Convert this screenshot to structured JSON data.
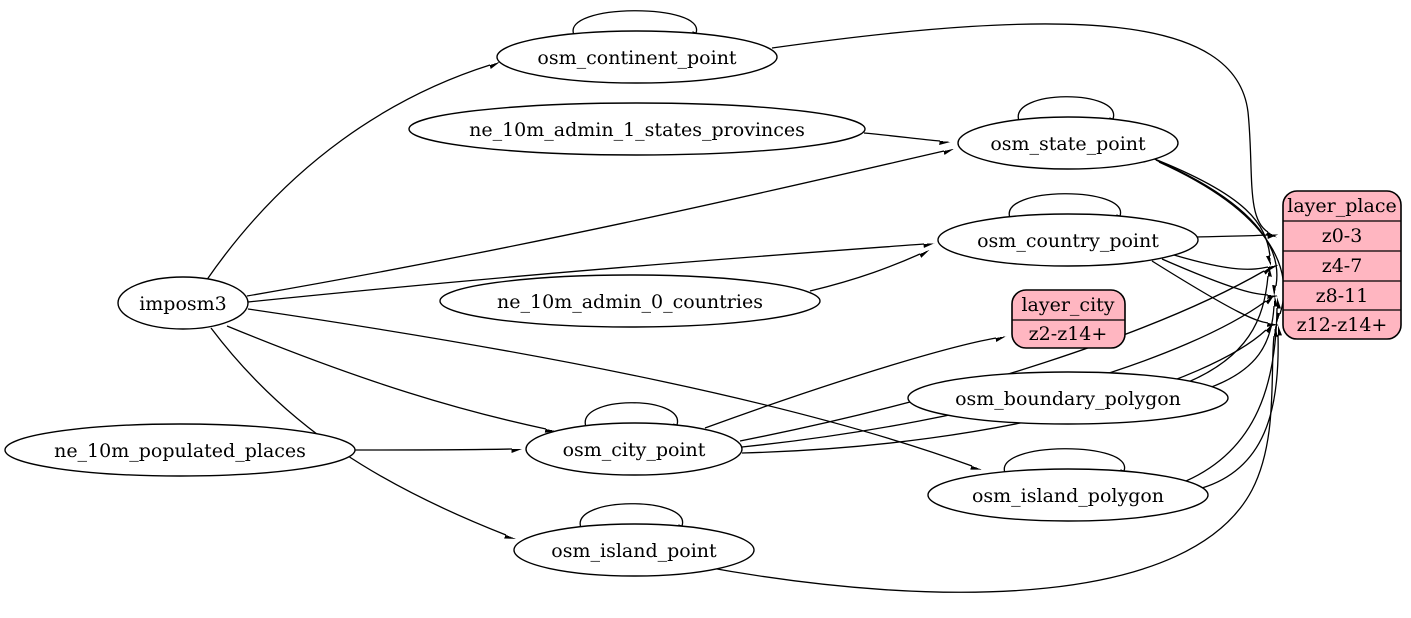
{
  "diagram": {
    "background_color": "#ffffff",
    "node_fill_color": "#ffffff",
    "record_fill_color": "#ffb6c1",
    "stroke_color": "#000000"
  },
  "nodes": {
    "imposm3": {
      "label": "imposm3"
    },
    "osm_continent_point": {
      "label": "osm_continent_point"
    },
    "ne_10m_admin_1_states_provinces": {
      "label": "ne_10m_admin_1_states_provinces"
    },
    "osm_state_point": {
      "label": "osm_state_point"
    },
    "osm_country_point": {
      "label": "osm_country_point"
    },
    "ne_10m_admin_0_countries": {
      "label": "ne_10m_admin_0_countries"
    },
    "osm_boundary_polygon": {
      "label": "osm_boundary_polygon"
    },
    "osm_city_point": {
      "label": "osm_city_point"
    },
    "ne_10m_populated_places": {
      "label": "ne_10m_populated_places"
    },
    "osm_island_polygon": {
      "label": "osm_island_polygon"
    },
    "osm_island_point": {
      "label": "osm_island_point"
    }
  },
  "records": {
    "layer_city": {
      "title": "layer_city",
      "rows": [
        "z2-z14+"
      ]
    },
    "layer_place": {
      "title": "layer_place",
      "rows": [
        "z0-3",
        "z4-7",
        "z8-11",
        "z12-z14+"
      ]
    }
  },
  "edges": [
    {
      "from": "imposm3",
      "to": "osm_continent_point"
    },
    {
      "from": "imposm3",
      "to": "osm_state_point"
    },
    {
      "from": "imposm3",
      "to": "osm_country_point"
    },
    {
      "from": "imposm3",
      "to": "osm_city_point"
    },
    {
      "from": "imposm3",
      "to": "osm_island_polygon"
    },
    {
      "from": "imposm3",
      "to": "osm_island_point"
    },
    {
      "from": "ne_10m_admin_1_states_provinces",
      "to": "osm_state_point"
    },
    {
      "from": "ne_10m_admin_0_countries",
      "to": "osm_country_point"
    },
    {
      "from": "ne_10m_populated_places",
      "to": "osm_city_point"
    },
    {
      "from": "osm_continent_point",
      "to": "osm_continent_point"
    },
    {
      "from": "osm_state_point",
      "to": "osm_state_point"
    },
    {
      "from": "osm_country_point",
      "to": "osm_country_point"
    },
    {
      "from": "osm_city_point",
      "to": "osm_city_point"
    },
    {
      "from": "osm_island_polygon",
      "to": "osm_island_polygon"
    },
    {
      "from": "osm_island_point",
      "to": "osm_island_point"
    },
    {
      "from": "osm_city_point",
      "to": "layer_city:z2-z14+"
    },
    {
      "from": "osm_continent_point",
      "to": "layer_place:z0-3"
    },
    {
      "from": "osm_country_point",
      "to": "layer_place:z0-3"
    },
    {
      "from": "osm_country_point",
      "to": "layer_place:z4-7"
    },
    {
      "from": "osm_country_point",
      "to": "layer_place:z8-11"
    },
    {
      "from": "osm_country_point",
      "to": "layer_place:z12-z14+"
    },
    {
      "from": "osm_state_point",
      "to": "layer_place:z4-7"
    },
    {
      "from": "osm_state_point",
      "to": "layer_place:z8-11"
    },
    {
      "from": "osm_state_point",
      "to": "layer_place:z12-z14+"
    },
    {
      "from": "osm_city_point",
      "to": "layer_place:z4-7"
    },
    {
      "from": "osm_city_point",
      "to": "layer_place:z8-11"
    },
    {
      "from": "osm_city_point",
      "to": "layer_place:z12-z14+"
    },
    {
      "from": "osm_boundary_polygon",
      "to": "layer_place:z4-7"
    },
    {
      "from": "osm_boundary_polygon",
      "to": "layer_place:z8-11"
    },
    {
      "from": "osm_island_polygon",
      "to": "layer_place:z8-11"
    },
    {
      "from": "osm_island_polygon",
      "to": "layer_place:z12-z14+"
    },
    {
      "from": "osm_island_point",
      "to": "layer_place:z12-z14+"
    }
  ]
}
